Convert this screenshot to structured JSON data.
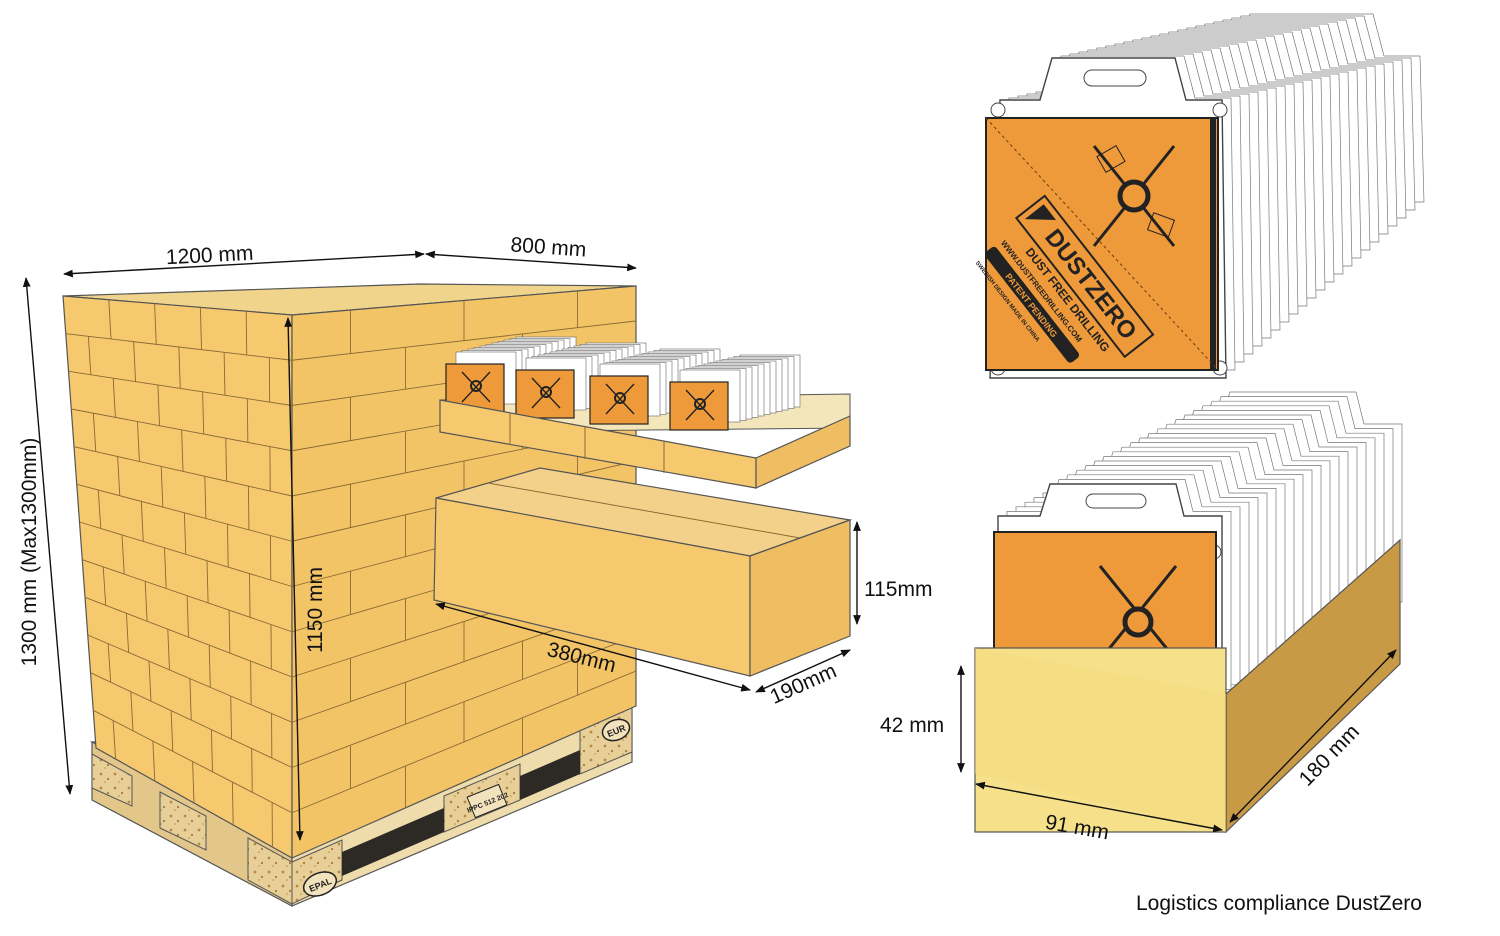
{
  "dimensions": {
    "pallet_length": "1200 mm",
    "pallet_width": "800 mm",
    "pallet_height": "1300 mm (Max1300mm)",
    "stack_height": "1150 mm",
    "box_length": "380mm",
    "box_width": "190mm",
    "box_height": "115mm",
    "tray_height": "42 mm",
    "tray_width": "91 mm",
    "tray_length": "180 mm"
  },
  "pallet_marks": {
    "epal": "EPAL",
    "eur": "EUR",
    "ippc": "IPPC 512 202"
  },
  "product": {
    "brand": "DUSTZERO",
    "tagline": "DUST FREE DRILLING",
    "website": "WWW.DUSTFREEDRILLING.COM",
    "patent": "PATENT PENDING",
    "origin": "SWEDISH DESIGN MADE IN CHINA"
  },
  "caption": "Logistics compliance DustZero",
  "colors": {
    "cardboard": "#f6c96f",
    "cardboard_side": "#f0be62",
    "cardboard_top": "#f1d48c",
    "tray_side": "#c99a45",
    "label_orange": "#ef9a3a",
    "pallet_wood": "#e8cf97"
  }
}
